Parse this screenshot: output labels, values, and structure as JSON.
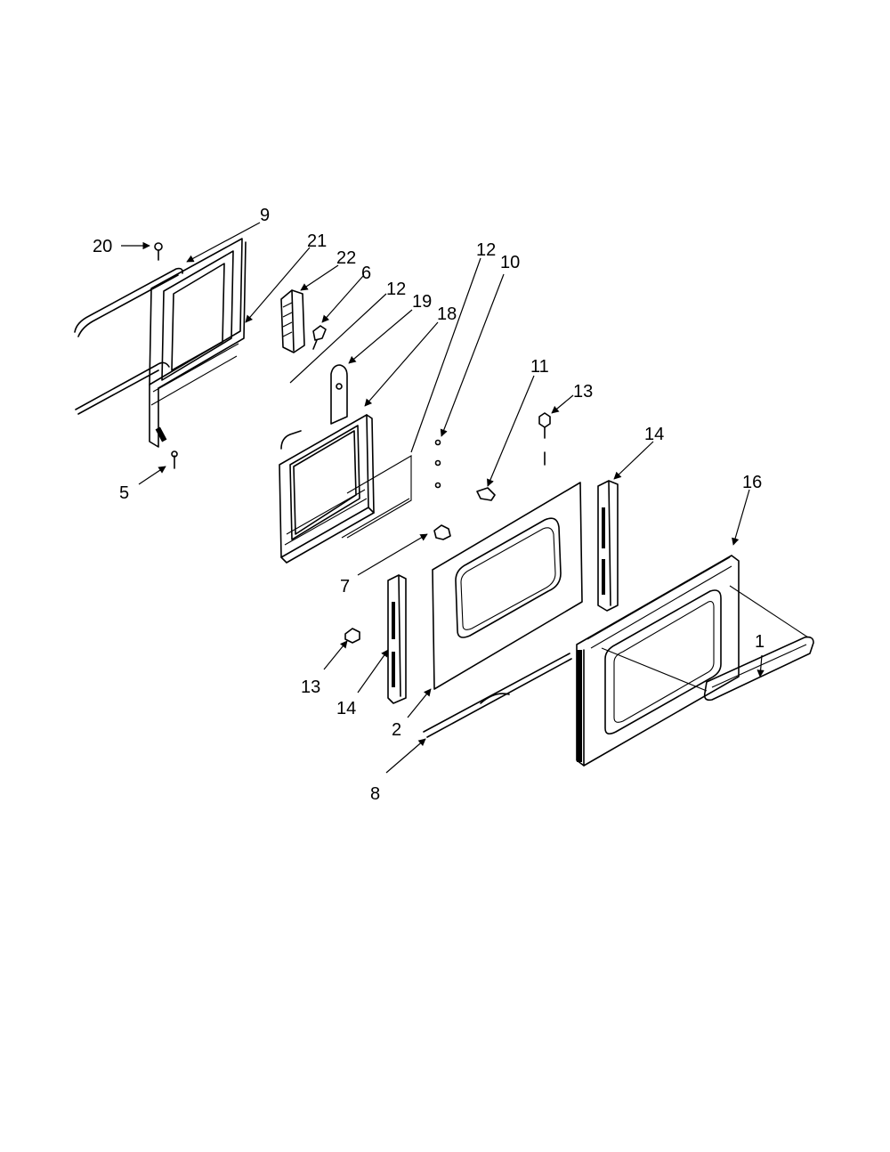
{
  "diagram": {
    "callouts": {
      "c1": "1",
      "c2": "2",
      "c5": "5",
      "c6": "6",
      "c7": "7",
      "c8": "8",
      "c9": "9",
      "c10": "10",
      "c11": "11",
      "c12a": "12",
      "c12b": "12",
      "c13a": "13",
      "c13b": "13",
      "c14a": "14",
      "c14b": "14",
      "c16": "16",
      "c18": "18",
      "c19": "19",
      "c20": "20",
      "c21": "21",
      "c22": "22"
    }
  }
}
